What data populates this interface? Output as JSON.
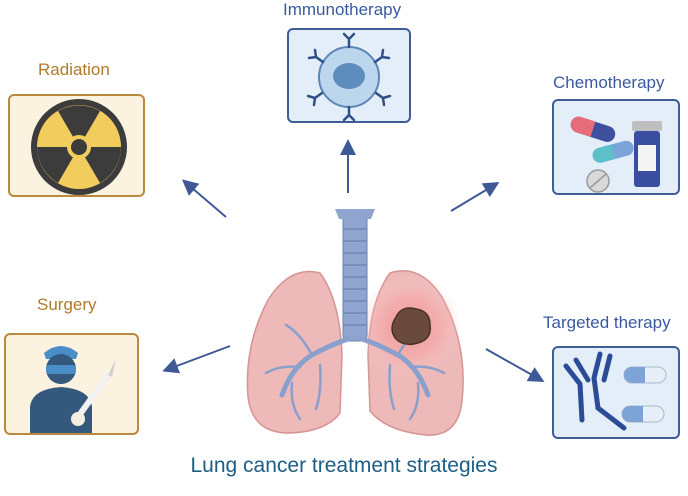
{
  "title": "Lung cancer treatment strategies",
  "treatments": {
    "immunotherapy": "Immunotherapy",
    "radiation": "Radiation",
    "chemotherapy": "Chemotherapy",
    "surgery": "Surgery",
    "targeted": "Targeted therapy"
  },
  "colors": {
    "blue_label": "#3a5aa0",
    "brown_label": "#b07a28",
    "title": "#1c5e86",
    "arrow": "#3f5896",
    "lung": "#eeb9b9",
    "tumor": "#6b4a3e"
  },
  "icons": {
    "immunotherapy": "immune-cell-antibodies-icon",
    "radiation": "radiation-trefoil-icon",
    "chemotherapy": "pills-and-bottle-icon",
    "surgery": "surgeon-with-scalpel-icon",
    "targeted": "antibodies-and-capsules-icon",
    "center": "lungs-with-tumor-icon"
  }
}
